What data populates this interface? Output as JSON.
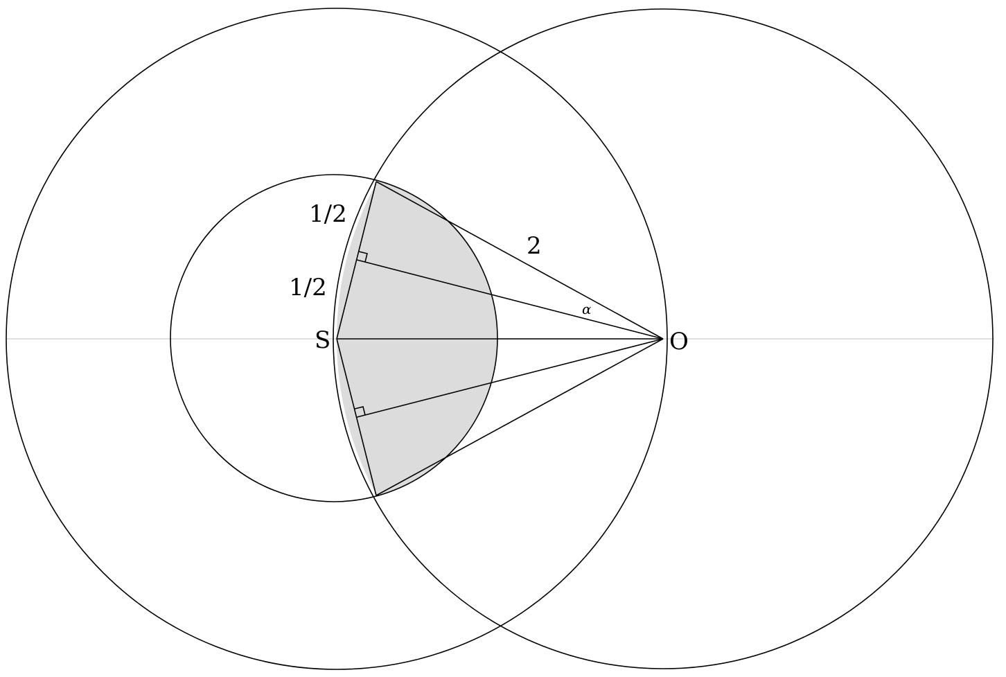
{
  "diagram": {
    "points": {
      "s": "S",
      "o": "O"
    },
    "labels": {
      "half_upper": "1/2",
      "half_lower": "1/2",
      "two": "2",
      "alpha": "α"
    },
    "colors": {
      "shade": "#dcdcdc",
      "stroke": "#000000",
      "axis": "#e0e0e0"
    }
  }
}
